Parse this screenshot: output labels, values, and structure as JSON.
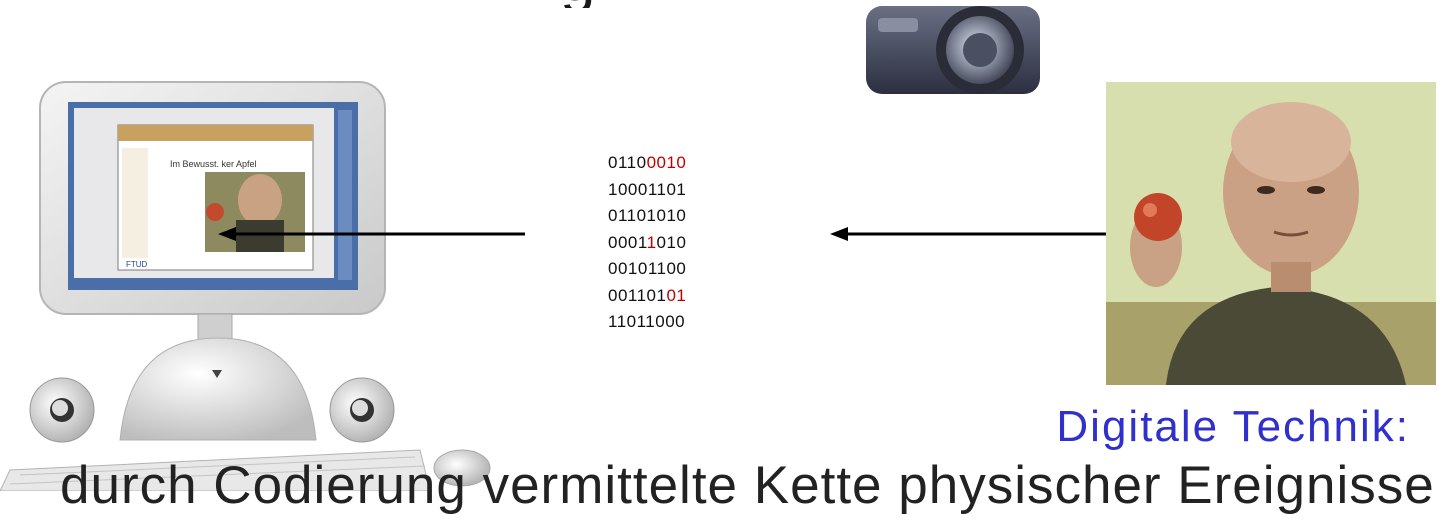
{
  "title_partial": "g",
  "binary": {
    "lines": [
      [
        {
          "t": "0110",
          "red": false
        },
        {
          "t": "0010",
          "red": true
        }
      ],
      [
        {
          "t": "10001101",
          "red": false
        }
      ],
      [
        {
          "t": "01101010",
          "red": false
        }
      ],
      [
        {
          "t": "0001",
          "red": false
        },
        {
          "t": "1",
          "red": true
        },
        {
          "t": "010",
          "red": false
        }
      ],
      [
        {
          "t": "00101100",
          "red": false
        }
      ],
      [
        {
          "t": "001101",
          "red": false
        },
        {
          "t": "01",
          "red": true
        }
      ],
      [
        {
          "t": "11011000",
          "red": false
        }
      ]
    ]
  },
  "heading": "Digitale Technik:",
  "caption": "durch Codierung vermittelte Kette physischer Ereignisse",
  "colors": {
    "heading": "#3030cc",
    "highlight_bits": "#c00000"
  },
  "icons": [
    "computer-icon",
    "camera-icon",
    "person-photo"
  ]
}
